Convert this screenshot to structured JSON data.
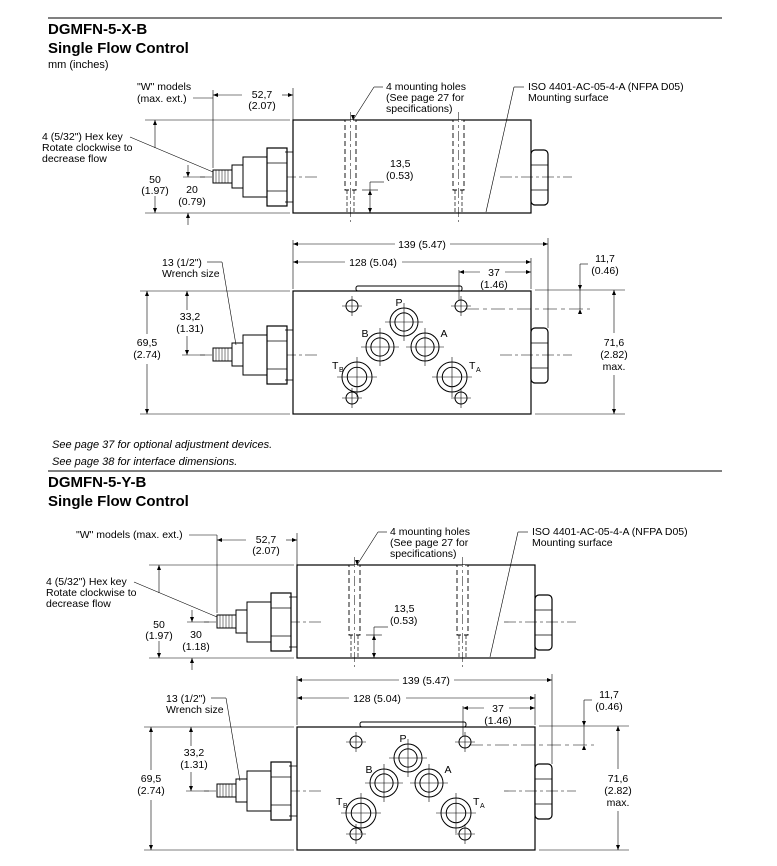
{
  "sections": [
    {
      "model": "DGMFN-5-X-B",
      "title": "Single Flow Control",
      "units": "mm (inches)",
      "w_models": [
        "\"W\" models",
        "(max. ext.)"
      ],
      "dim_52_7": [
        "52,7",
        "(2.07)"
      ],
      "hex_key": [
        "4  (5/32\") Hex key",
        "Rotate clockwise to",
        "decrease flow"
      ],
      "dim_50": [
        "50",
        "(1.97)"
      ],
      "dim_offset": [
        "20",
        "(0.79)"
      ],
      "mounting_holes": [
        "4 mounting holes",
        "(See page 27 for",
        "specifications)"
      ],
      "iso": [
        "ISO 4401-AC-05-4-A (NFPA D05)",
        "Mounting surface"
      ],
      "dim_13_5": [
        "13,5",
        "(0.53)"
      ],
      "wrench": [
        "13 (1/2\")",
        "Wrench size"
      ],
      "dim_139": "139 (5.47)",
      "dim_128": "128 (5.04)",
      "dim_37": [
        "37",
        "(1.46)"
      ],
      "dim_11_7": [
        "11,7",
        "(0.46)"
      ],
      "dim_33_2": [
        "33,2",
        "(1.31)"
      ],
      "dim_69_5": [
        "69,5",
        "(2.74)"
      ],
      "dim_71_6": [
        "71,6",
        "(2.82)",
        "max."
      ],
      "ports": {
        "P": "P",
        "A": "A",
        "B": "B",
        "TA": "T",
        "TA_sub": "A",
        "TB": "T",
        "TB_sub": "B"
      }
    },
    {
      "model": "DGMFN-5-Y-B",
      "title": "Single Flow Control",
      "w_models": [
        "\"W\" models (max. ext.)"
      ],
      "dim_52_7": [
        "52,7",
        "(2.07)"
      ],
      "hex_key": [
        "4  (5/32\") Hex key",
        "Rotate clockwise to",
        "decrease flow"
      ],
      "dim_50": [
        "50",
        "(1.97)"
      ],
      "dim_offset": [
        "30",
        "(1.18)"
      ],
      "mounting_holes": [
        "4 mounting holes",
        "(See page 27 for",
        "specifications)"
      ],
      "iso": [
        "ISO 4401-AC-05-4-A (NFPA D05)",
        "Mounting surface"
      ],
      "dim_13_5": [
        "13,5",
        "(0.53)"
      ],
      "wrench": [
        "13 (1/2\")",
        "Wrench size"
      ],
      "dim_139": "139 (5.47)",
      "dim_128": "128 (5.04)",
      "dim_37": [
        "37",
        "(1.46)"
      ],
      "dim_11_7": [
        "11,7",
        "(0.46)"
      ],
      "dim_33_2": [
        "33,2",
        "(1.31)"
      ],
      "dim_69_5": [
        "69,5",
        "(2.74)"
      ],
      "dim_71_6": [
        "71,6",
        "(2.82)",
        "max."
      ],
      "ports": {
        "P": "P",
        "A": "A",
        "B": "B",
        "TA": "T",
        "TA_sub": "A",
        "TB": "T",
        "TB_sub": "B"
      }
    }
  ],
  "notes": [
    "See page 37 for optional adjustment devices.",
    "See page 38 for interface dimensions."
  ]
}
